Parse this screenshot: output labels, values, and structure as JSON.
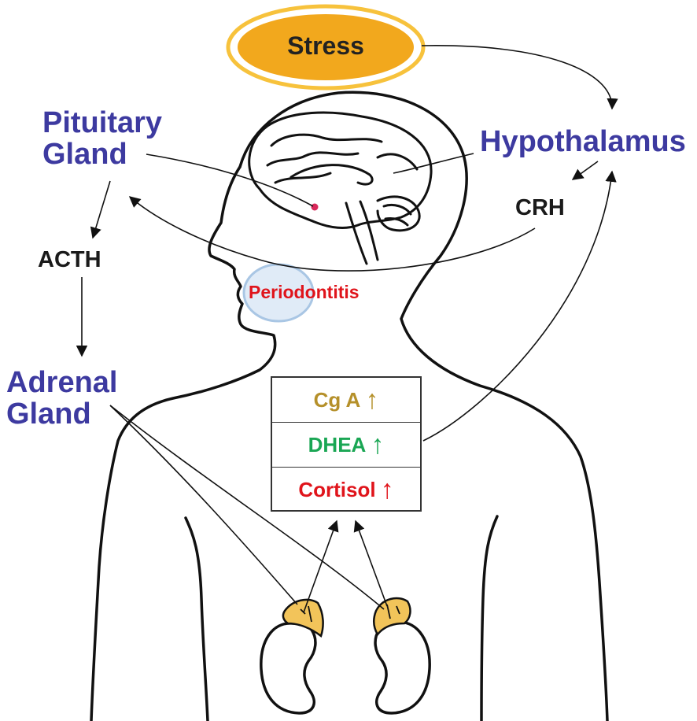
{
  "stress": "Stress",
  "labels": {
    "pituitary": [
      "Pituitary",
      "Gland"
    ],
    "hypothalamus": "Hypothalamus",
    "crh": "CRH",
    "acth": "ACTH",
    "adrenal": [
      "Adrenal",
      "Gland"
    ],
    "periodontitis": "Periodontitis"
  },
  "markers": [
    {
      "name": "Cg A",
      "arrow": "↑",
      "color": "#b5902a"
    },
    {
      "name": "DHEA",
      "arrow": "↑",
      "color": "#1aa654"
    },
    {
      "name": "Cortisol",
      "arrow": "↑",
      "color": "#e0141b"
    }
  ],
  "colors": {
    "organ_label": "#3d3aa0",
    "stress_fill": "#f2a81d",
    "stress_ring": "#f7c23c",
    "gland_fill": "#f2c45a",
    "periodontitis": "#e0141b"
  }
}
